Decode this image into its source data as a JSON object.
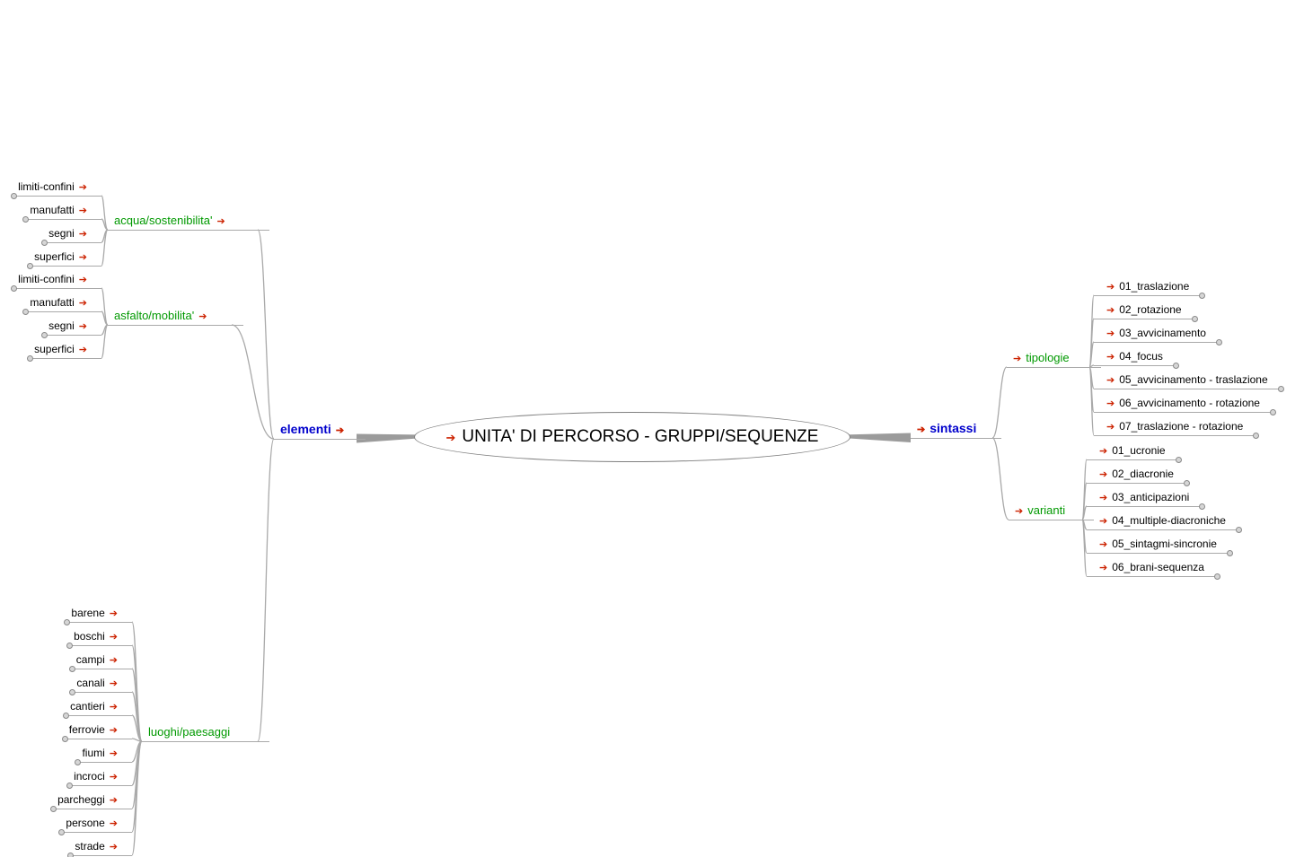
{
  "root_label": "UNITA' DI PERCORSO - GRUPPI/SEQUENZE",
  "icons": {
    "link_arrow": "➔"
  },
  "colors": {
    "branch_green": "#009900",
    "top_level_blue": "#0000cc",
    "leaf_black": "#000000",
    "edge_gray": "#a9a9a9",
    "link_arrow_red": "#cc2200"
  },
  "left": {
    "label": "elementi",
    "groups": [
      {
        "label": "acqua/sostenibilita'",
        "children": [
          "limiti-confini",
          "manufatti",
          "segni",
          "superfici"
        ]
      },
      {
        "label": "asfalto/mobilita'",
        "children": [
          "limiti-confini",
          "manufatti",
          "segni",
          "superfici"
        ]
      },
      {
        "label": "luoghi/paesaggi",
        "children": [
          "barene",
          "boschi",
          "campi",
          "canali",
          "cantieri",
          "ferrovie",
          "fiumi",
          "incroci",
          "parcheggi",
          "persone",
          "strade"
        ]
      }
    ]
  },
  "right": {
    "label": "sintassi",
    "groups": [
      {
        "label": "tipologie",
        "children": [
          "01_traslazione",
          "02_rotazione",
          "03_avvicinamento",
          "04_focus",
          "05_avvicinamento - traslazione",
          "06_avvicinamento - rotazione",
          "07_traslazione - rotazione"
        ]
      },
      {
        "label": "varianti",
        "children": [
          "01_ucronie",
          "02_diacronie",
          "03_anticipazioni",
          "04_multiple-diacroniche",
          "05_sintagmi-sincronie",
          "06_brani-sequenza"
        ]
      }
    ]
  }
}
